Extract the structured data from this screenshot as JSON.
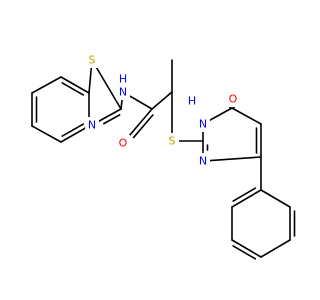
{
  "colors": {
    "bond": "#000000",
    "S": "#c8a000",
    "N": "#0000ff",
    "O": "#ff0000",
    "background": "#ffffff"
  },
  "atoms": {
    "s_thiazole": "S",
    "n_thiazole": "N",
    "nh_amide": "N",
    "h_amide": "H",
    "o_amide": "O",
    "s_thioether": "S",
    "nh_ring": "N",
    "h_ring": "H",
    "n_ring": "N",
    "o_ring": "O"
  }
}
